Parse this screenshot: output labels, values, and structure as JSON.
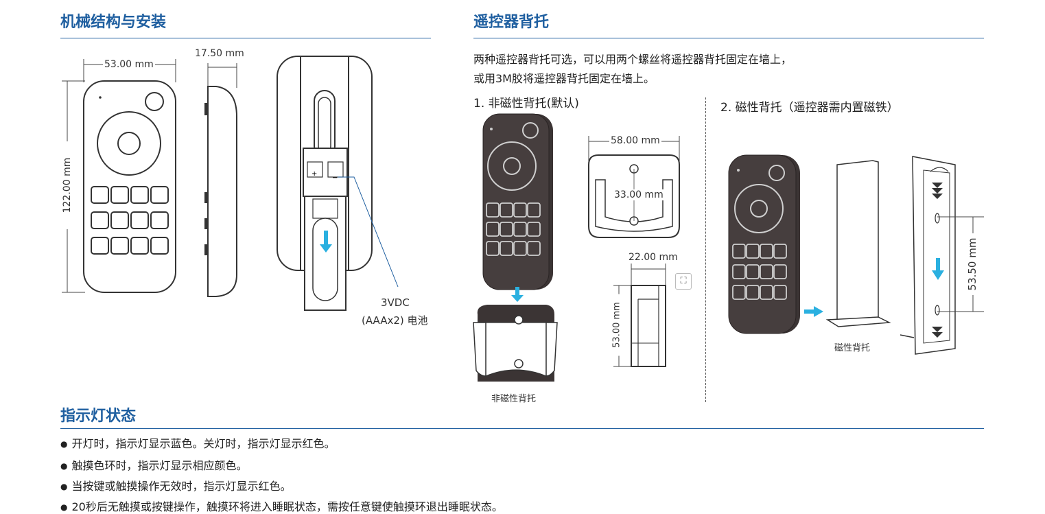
{
  "sections": {
    "mechanical": {
      "title": "机械结构与安装"
    },
    "holder": {
      "title": "遥控器背托"
    },
    "indicator": {
      "title": "指示灯状态"
    }
  },
  "mechanical": {
    "dim_width": "53.00 mm",
    "dim_thickness": "17.50 mm",
    "dim_height": "122.00 mm",
    "battery_line1": "3VDC",
    "battery_line2": "(AAAx2) 电池"
  },
  "holder": {
    "intro_line1": "两种遥控器背托可选，可以用两个螺丝将遥控器背托固定在墙上，",
    "intro_line2": "或用3M胶将遥控器背托固定在墙上。",
    "option1": {
      "title": "1. 非磁性背托(默认)",
      "caption": "非磁性背托",
      "dim_width": "58.00 mm",
      "dim_hole": "33.00 mm",
      "dim_depth": "22.00 mm",
      "dim_height": "53.00 mm"
    },
    "option2": {
      "title": "2. 磁性背托（遥控器需内置磁铁）",
      "caption": "磁性背托",
      "dim_height": "53.50 mm"
    },
    "zoom_icon": "crop-zoom-icon"
  },
  "indicator": {
    "bullets": [
      "开灯时，指示灯显示蓝色。关灯时，指示灯显示红色。",
      "触摸色环时，指示灯显示相应颜色。",
      "当按键或触摸操作无效时，指示灯显示红色。",
      "20秒后无触摸或按键操作，触摸环将进入睡眠状态，需按任意键使触摸环退出睡眠状态。"
    ]
  },
  "colors": {
    "accent": "#1f5fa0",
    "remote_body": "#3b3434",
    "arrow": "#2ab0e0"
  }
}
